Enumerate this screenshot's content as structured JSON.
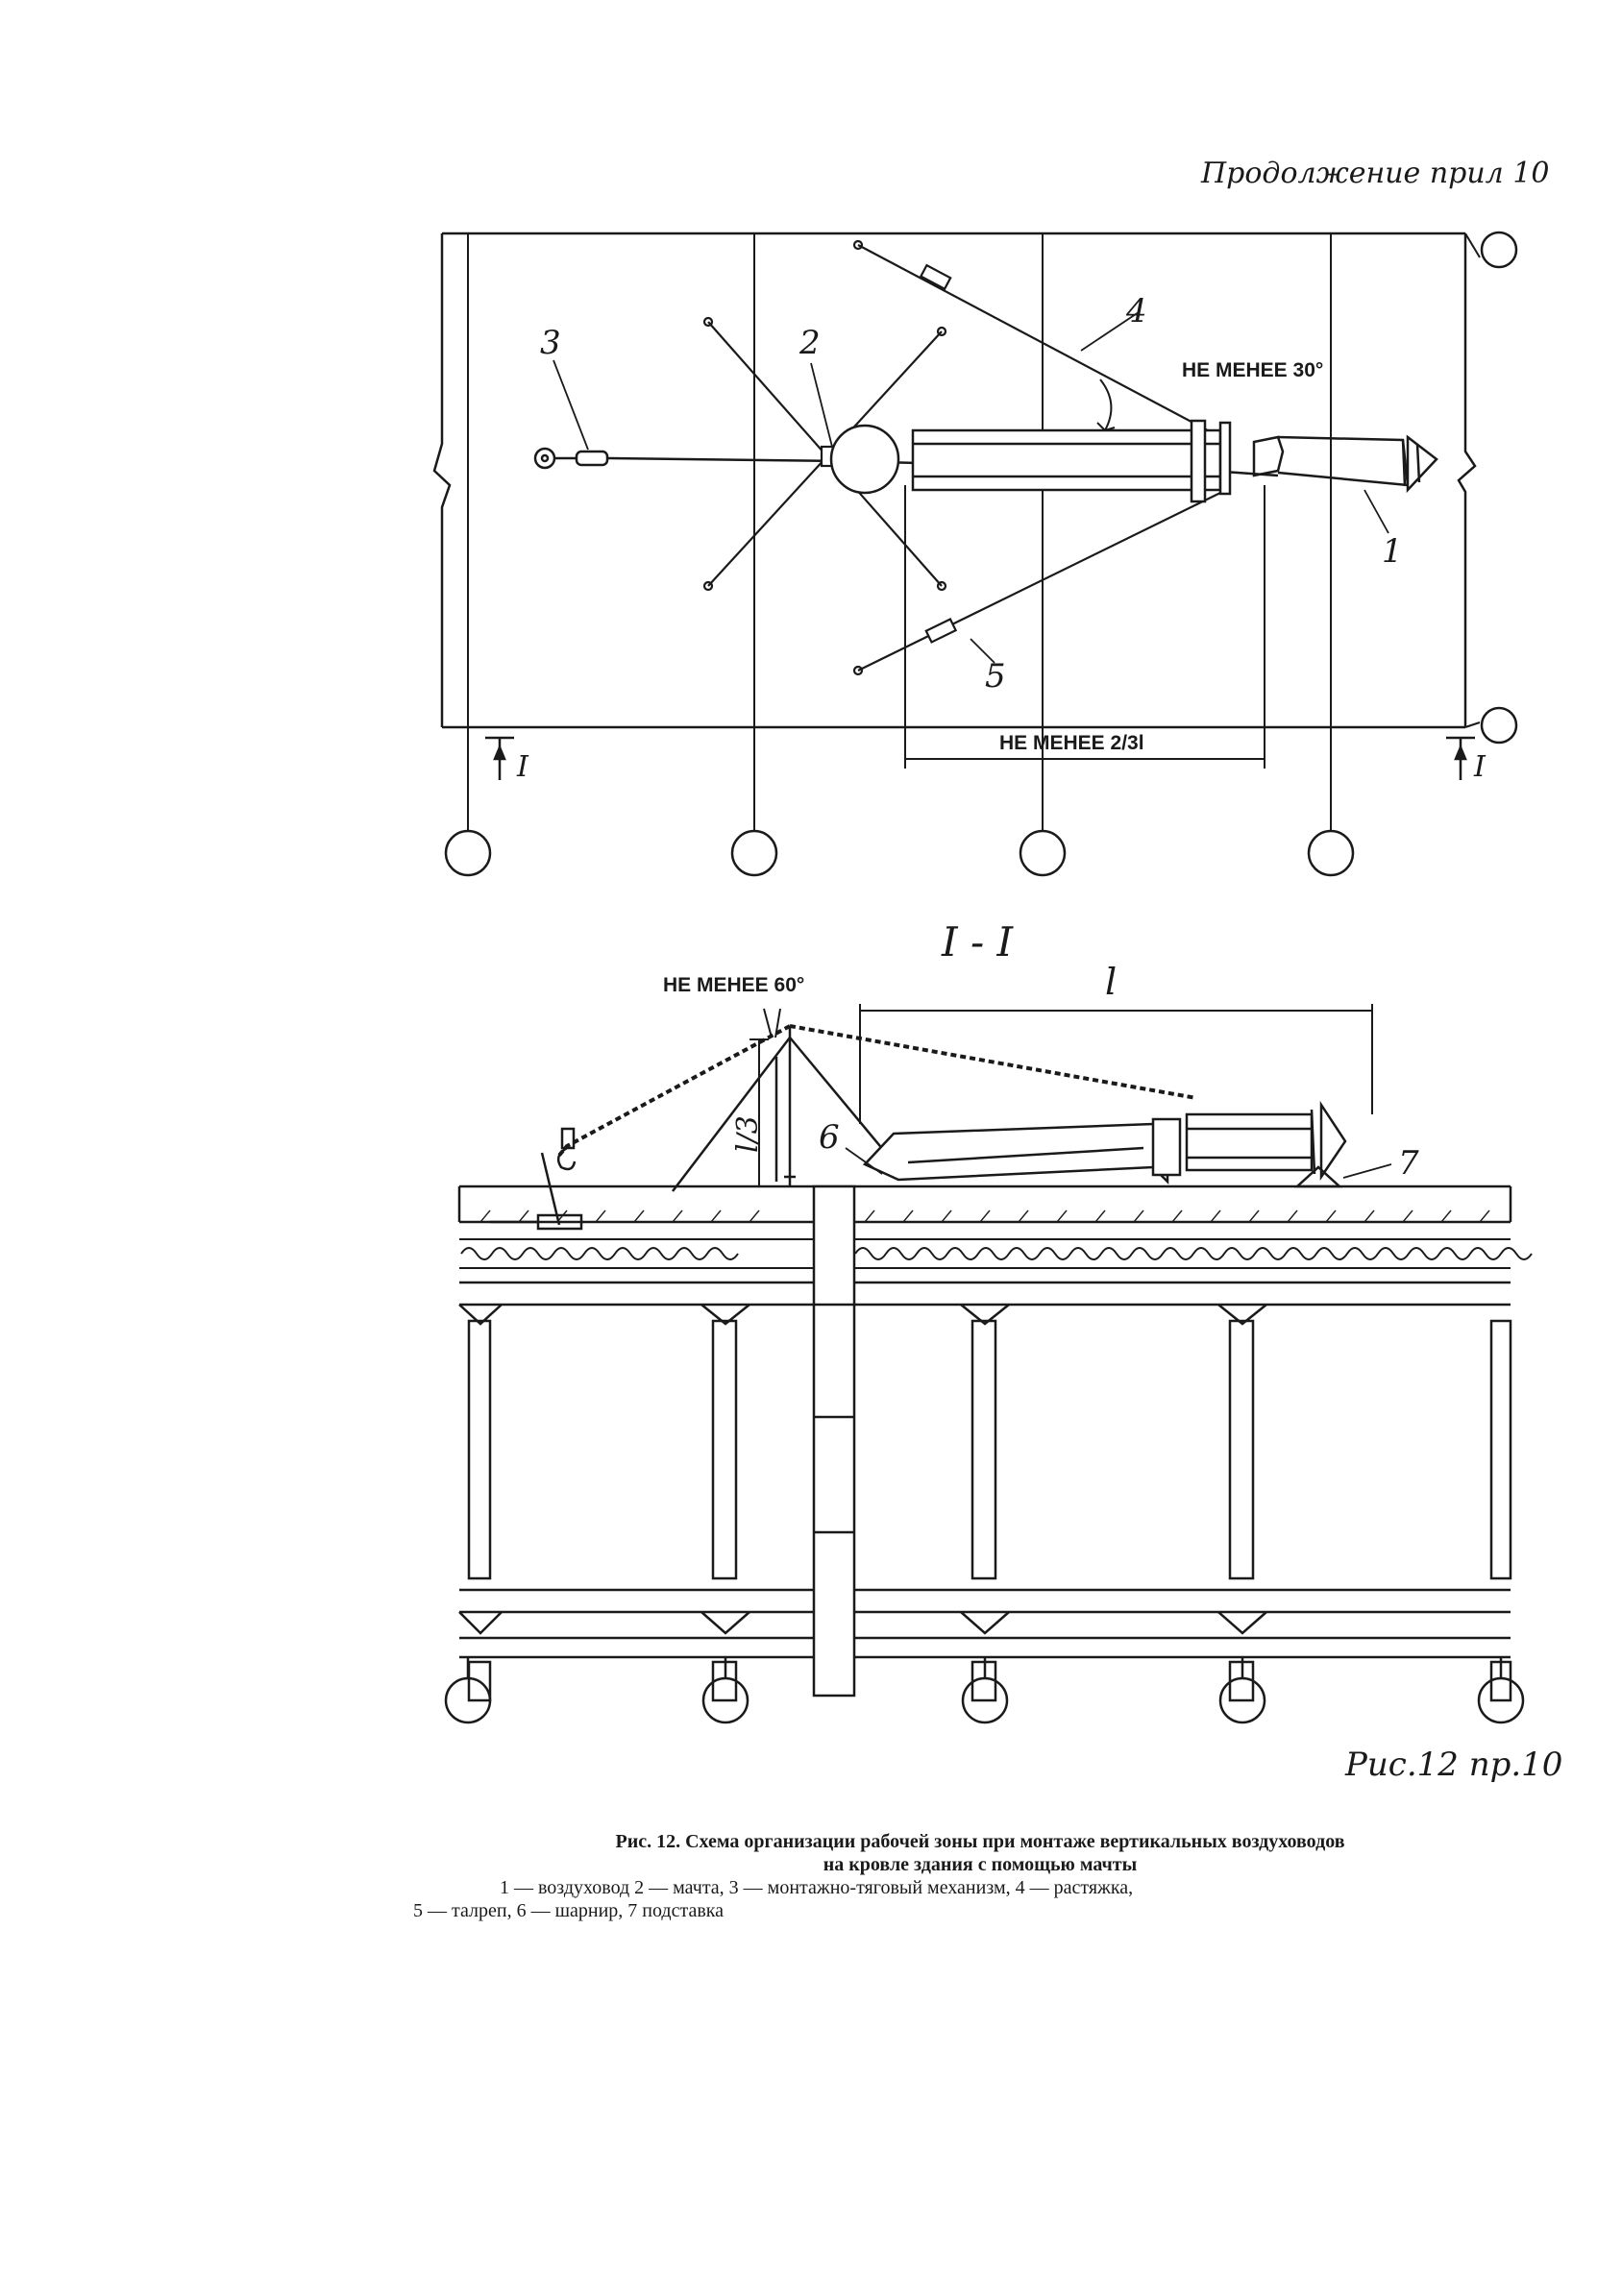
{
  "header": {
    "continuation": "Продолжение прил 10"
  },
  "plan": {
    "callouts": [
      "1",
      "2",
      "3",
      "4",
      "5"
    ],
    "angle_note": "НЕ МЕНЕЕ 30°",
    "length_note": "НЕ МЕНЕЕ 2/3l",
    "section_marker": "I"
  },
  "section": {
    "title": "I - I",
    "angle_note": "НЕ МЕНЕЕ 60°",
    "dim_l": "l",
    "dim_l3": "l/3",
    "callouts": [
      "6",
      "7"
    ]
  },
  "figure_ref": "Рис.12 пр.10",
  "caption": {
    "title_line1": "Рис. 12. Схема организации рабочей зоны при монтаже вертикальных воздуховодов",
    "title_line2": "на кровле здания с помощью мачты",
    "legend_line1": "1 — воздуховод 2 — мачта, 3 — монтажно-тяговый механизм, 4 — растяжка,",
    "legend_line2": "5 — талреп, 6 — шарнир, 7 подставка"
  }
}
